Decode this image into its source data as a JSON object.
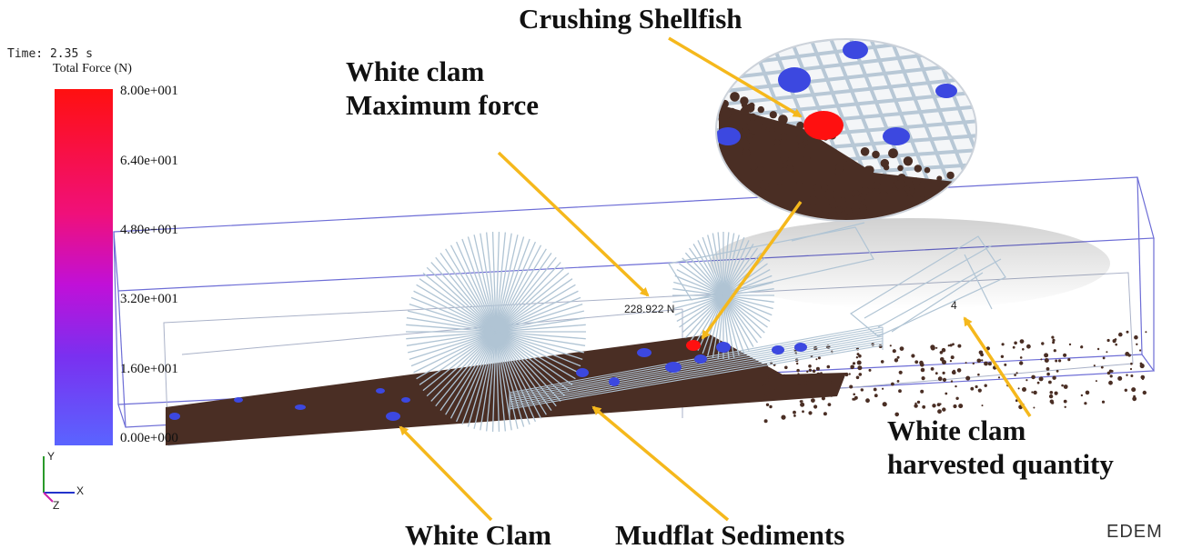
{
  "time_label": "Time: 2.35 s",
  "legend": {
    "title": "Total Force (N)",
    "ticks": [
      "8.00e+001",
      "6.40e+001",
      "4.80e+001",
      "3.20e+001",
      "1.60e+001",
      "0.00e+000"
    ],
    "colors": {
      "max": "#ff1010",
      "mid": "#c010d8",
      "min": "#5a64ff"
    }
  },
  "callouts": {
    "crushing": "Crushing Shellfish",
    "max_force_line1": "White clam",
    "max_force_line2": "Maximum force",
    "harvest_line1": "White clam",
    "harvest_line2": "harvested quantity",
    "white_clam": "White Clam",
    "mudflat": "Mudflat Sediments"
  },
  "readouts": {
    "force": "228.922 N",
    "count": "4"
  },
  "axes": {
    "y": "Y",
    "x": "X",
    "z": "Z"
  },
  "logo": "EDEM",
  "colors": {
    "arrow": "#f5b81c",
    "sediment": "#4a2e24",
    "clam": "#3c48e0",
    "frame": "#6d6dd6",
    "structure": "#b0c4d4"
  }
}
